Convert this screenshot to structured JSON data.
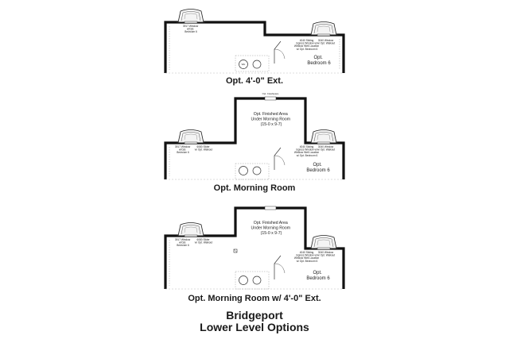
{
  "plans": [
    {
      "caption": "Opt. 4'-0\" Ext.",
      "notes": {
        "window_left": [
          "3917 Window",
          "w/Opt.",
          "Bedroom 6"
        ],
        "window_right_a": [
          "4040 Sliding",
          "Egress Window w/",
          "Window Well Location",
          "w/ Opt. Bedroom 6"
        ],
        "window_right_b": [
          "3040 Window",
          "w/ Opt. Walkout"
        ]
      },
      "room": [
        "Opt.",
        "Bedroom 6"
      ],
      "fixture": "WH"
    },
    {
      "caption": "Opt. Morning Room",
      "top_note": "Opt. Crawlspace",
      "area": [
        "Opt. Finished Area",
        "Under Morning Room",
        "(15-0 x 9-7)"
      ],
      "notes": {
        "window_left": [
          "3917 Window",
          "w/Opt.",
          "Bedroom 6"
        ],
        "slider": [
          "6080 Slider",
          "w/ Opt. Walkout"
        ],
        "window_right_a": [
          "4040 Sliding",
          "Egress Window w/",
          "Window Well Location",
          "w/ Opt. Bedroom 6"
        ],
        "window_right_b": [
          "3040 Window",
          "w/ Opt. Walkout"
        ]
      },
      "room": [
        "Opt.",
        "Bedroom 6"
      ]
    },
    {
      "caption": "Opt. Morning Room w/ 4'-0\" Ext.",
      "area": [
        "Opt. Finished Area",
        "Under Morning Room",
        "(15-0 x 9-7)"
      ],
      "notes": {
        "window_left": [
          "3917 Window",
          "w/Opt.",
          "Bedroom 6"
        ],
        "slider": [
          "6080 Slider",
          "w/ Opt. Walkout"
        ],
        "window_right_a": [
          "4040 Sliding",
          "Egress Window w/",
          "Window Well Location",
          "w/ Opt. Bedroom 6"
        ],
        "window_right_b": [
          "3040 Window",
          "w/ Opt. Walkout"
        ]
      },
      "room": [
        "Opt.",
        "Bedroom 6"
      ]
    }
  ],
  "title": [
    "Bridgeport",
    "Lower Level Options"
  ]
}
